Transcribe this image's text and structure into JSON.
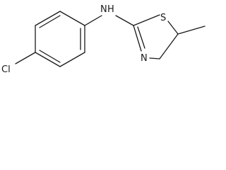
{
  "molecule": {
    "atom_labels": {
      "chlorine": "Cl",
      "amine_nitrogen": "N",
      "amine_hydrogen": "H",
      "sulfur": "S",
      "ring_nitrogen": "N"
    }
  }
}
